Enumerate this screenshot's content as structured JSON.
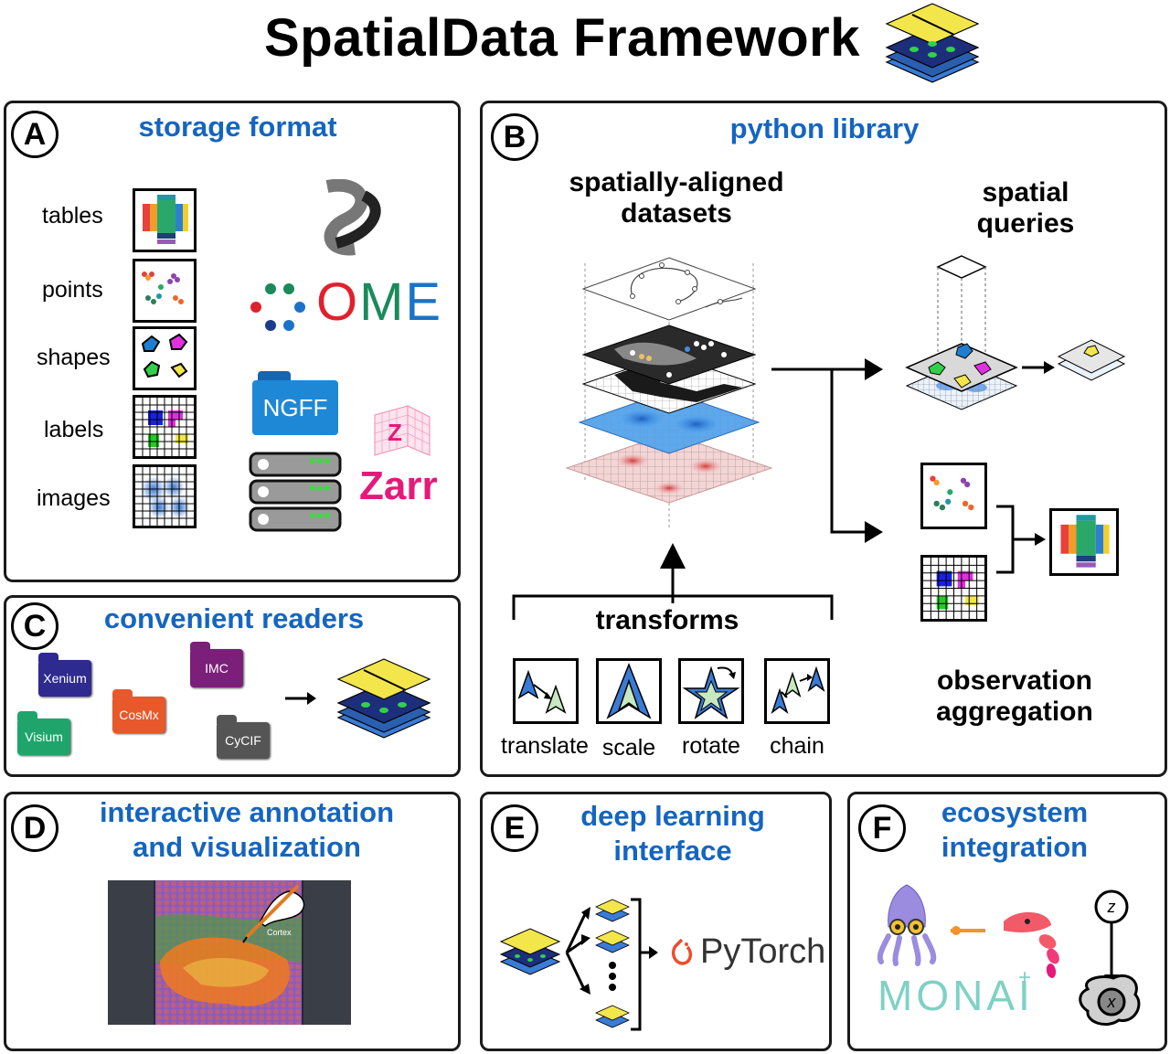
{
  "title": "SpatialData Framework",
  "panels": {
    "a": {
      "badge": "A",
      "title": "storage format",
      "items": [
        "tables",
        "points",
        "shapes",
        "labels",
        "images"
      ],
      "ome": "OME",
      "ngff": "NGFF",
      "zarr": "Zarr",
      "zarr_logo_letter": "Z"
    },
    "b": {
      "badge": "B",
      "title": "python library",
      "aligned": "spatially-aligned\ndatasets",
      "queries": "spatial\nqueries",
      "aggregation": "observation\naggregation",
      "transforms": "transforms",
      "transform_items": [
        "translate",
        "scale",
        "rotate",
        "chain"
      ]
    },
    "c": {
      "badge": "C",
      "title": "convenient readers",
      "folders": [
        {
          "label": "Xenium",
          "color": "#2e2a8f"
        },
        {
          "label": "IMC",
          "color": "#7b1f7a"
        },
        {
          "label": "CosMx",
          "color": "#e8582a"
        },
        {
          "label": "Visium",
          "color": "#1fa56b"
        },
        {
          "label": "CyCIF",
          "color": "#555555"
        }
      ]
    },
    "d": {
      "badge": "D",
      "title": "interactive annotation\nand visualization",
      "region_label": "Cortex"
    },
    "e": {
      "badge": "E",
      "title": "deep learning\ninterface",
      "pytorch": "PyTorch"
    },
    "f": {
      "badge": "F",
      "title": "ecosystem\nintegration",
      "monai": "MONAI",
      "monai_plus": "+",
      "graph_top": "z",
      "graph_bottom": "x"
    }
  },
  "colors": {
    "panel_title": "#1565c0",
    "ome_red": "#e0202d",
    "ome_green": "#1b8a5a",
    "ome_blue": "#1a73c8",
    "zarr_pink": "#e5197a",
    "ngff_blue": "#1e88d6",
    "layer_yellow": "#f2e64a",
    "layer_navy": "#1d2f7a",
    "layer_blue": "#3a7bd5"
  }
}
